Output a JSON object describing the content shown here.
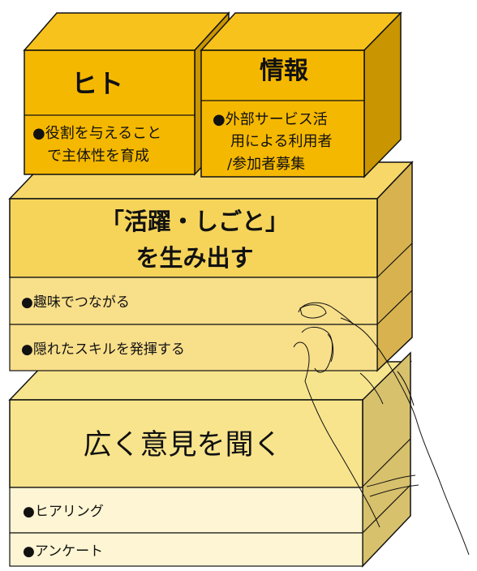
{
  "colors": {
    "top_front": "#f5b800",
    "top_side": "#c99500",
    "top_top": "#f7c21c",
    "mid_front": "#f6d45a",
    "mid_band": "#f8df8a",
    "mid_side": "#d7b24e",
    "mid_top": "#f6d768",
    "bot_front": "#f8e48c",
    "bot_band": "#fdf5d3",
    "bot_side": "#d8c16c",
    "bot_top": "#f7e58e",
    "outline": "#111111"
  },
  "blocks": {
    "hito": {
      "title": "ヒト",
      "desc_lines": [
        "●役割を与えること",
        "で主体性を育成"
      ]
    },
    "joho": {
      "title": "情報",
      "desc_lines": [
        "●外部サービス活",
        "用による利用者",
        "/参加者募集"
      ]
    },
    "katsuyaku": {
      "title_lines": [
        "「活躍・しごと」",
        "を生み出す"
      ],
      "items": [
        "●趣味でつながる",
        "●隠れたスキルを発揮する"
      ]
    },
    "iken": {
      "title": "広く意見を聞く",
      "items": [
        "●ヒアリング",
        "●アンケート"
      ]
    }
  }
}
